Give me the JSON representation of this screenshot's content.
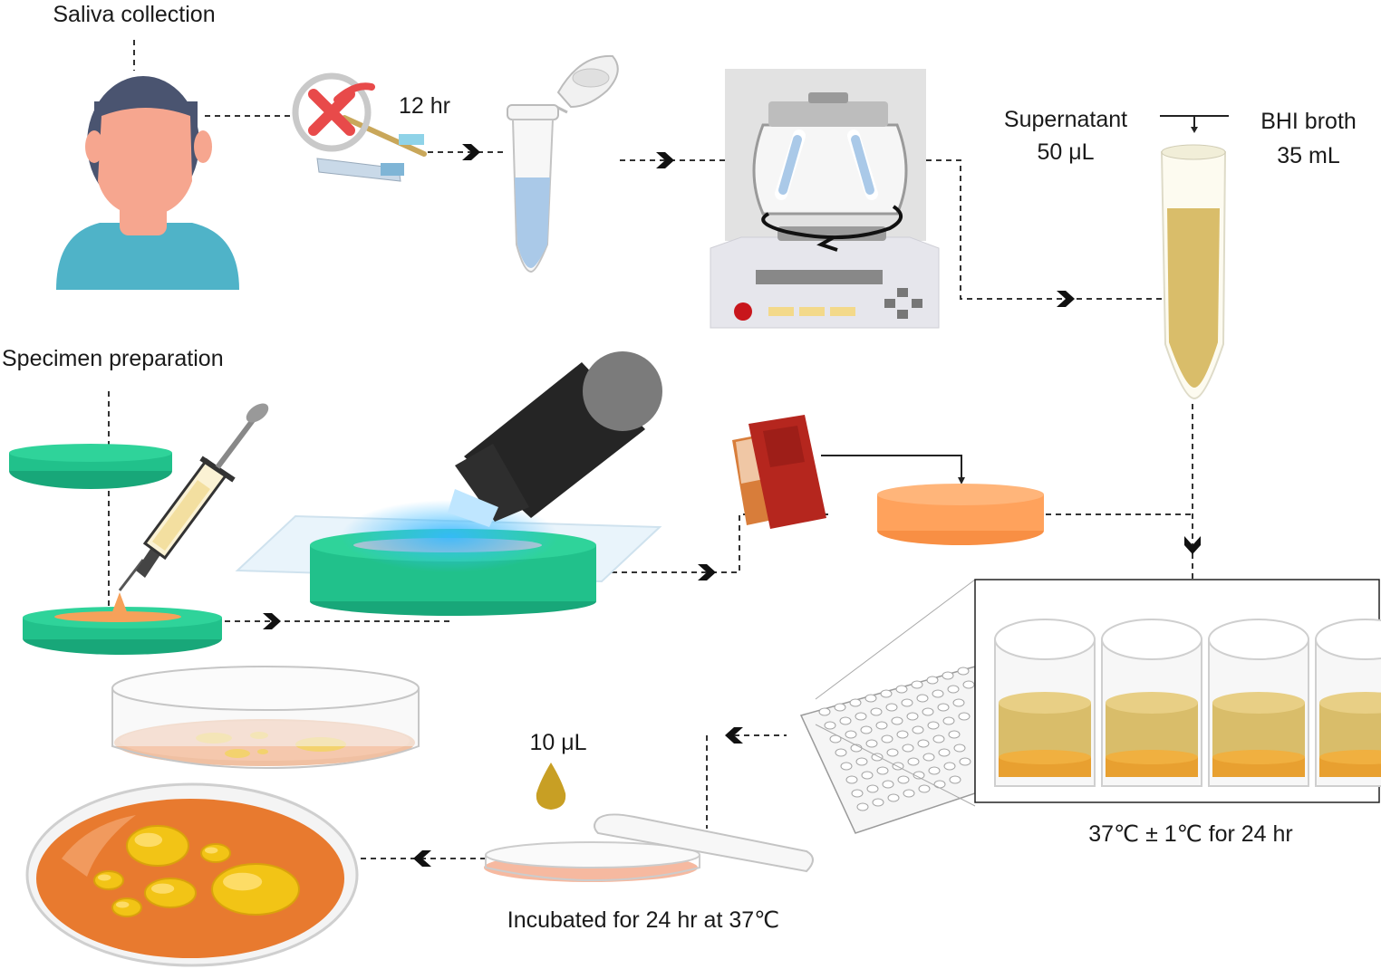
{
  "labels": {
    "saliva_collection": "Saliva collection",
    "twelve_hr": "12 hr",
    "supernatant": "Supernatant",
    "fifty_ul": "50 μL",
    "bhi_broth": "BHI broth",
    "thirtyfive_ml": "35 mL",
    "specimen_preparation": "Specimen preparation",
    "ten_ul": "10 μL",
    "incubation_temp": "37℃ ± 1℃ for 24 hr",
    "incubated": "Incubated for 24 hr at 37℃"
  },
  "colors": {
    "skin": "#f6a68f",
    "hair": "#4a5470",
    "shirt": "#4fb3c8",
    "teal_disc": "#21c18b",
    "broth": "#d9bd6a",
    "orange_disc": "#ffa25c",
    "agar": "#e87a2f",
    "colony": "#f2c416",
    "cross": "#e84a4a",
    "red_pack": "#b5261e"
  },
  "icons": [
    "person-icon",
    "no-brushing-icon",
    "microtube-icon",
    "centrifuge-icon",
    "falcon-tube-icon",
    "syringe-icon",
    "curing-light-icon",
    "sandpaper-icon",
    "well-plate-icon",
    "petri-dish-icon",
    "droplet-icon"
  ]
}
